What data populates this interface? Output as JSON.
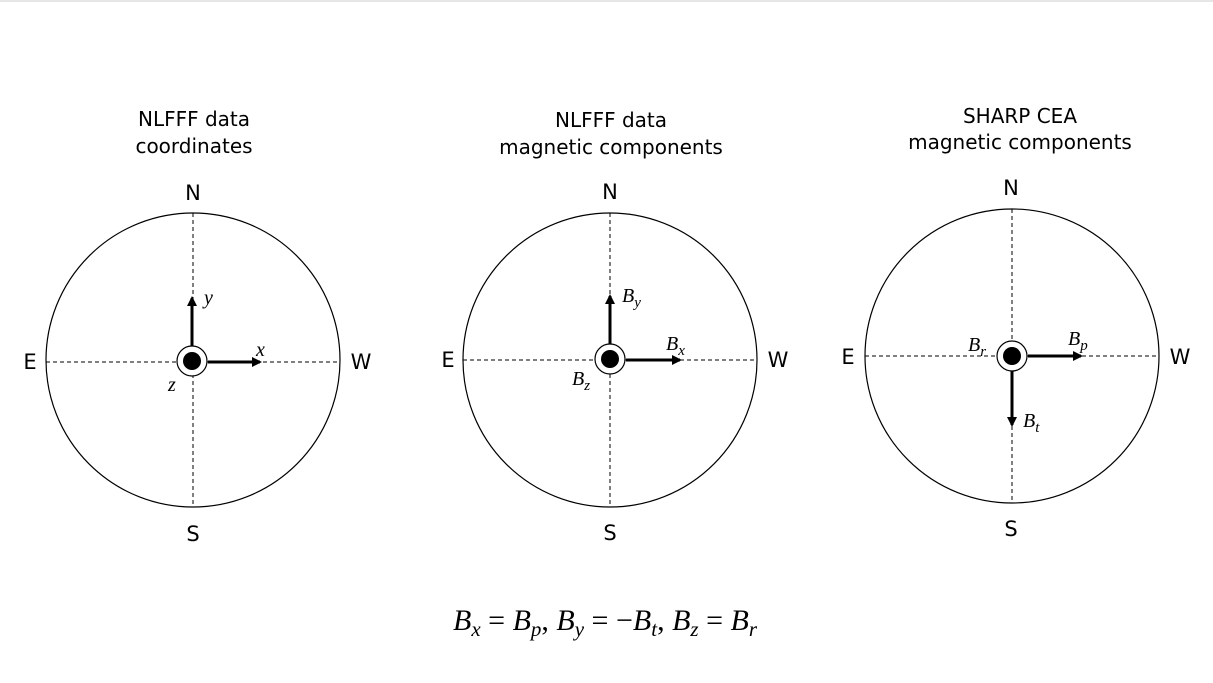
{
  "panels": [
    {
      "title_lines": [
        "NLFFF data",
        "coordinates"
      ],
      "compass": {
        "north": "N",
        "south": "S",
        "east": "E",
        "west": "W"
      },
      "vectors": {
        "out_of_page": {
          "base": "z",
          "sub": ""
        },
        "right": {
          "base": "x",
          "sub": ""
        },
        "up": {
          "base": "y",
          "sub": ""
        }
      }
    },
    {
      "title_lines": [
        "NLFFF data",
        "magnetic components"
      ],
      "compass": {
        "north": "N",
        "south": "S",
        "east": "E",
        "west": "W"
      },
      "vectors": {
        "out_of_page": {
          "base": "B",
          "sub": "z"
        },
        "right": {
          "base": "B",
          "sub": "x"
        },
        "up": {
          "base": "B",
          "sub": "y"
        }
      }
    },
    {
      "title_lines": [
        "SHARP CEA",
        "magnetic components"
      ],
      "compass": {
        "north": "N",
        "south": "S",
        "east": "E",
        "west": "W"
      },
      "vectors": {
        "out_of_page": {
          "base": "B",
          "sub": "r"
        },
        "right": {
          "base": "B",
          "sub": "p"
        },
        "down": {
          "base": "B",
          "sub": "t"
        }
      }
    }
  ],
  "equation": [
    {
      "base": "B",
      "sub": "x"
    },
    {
      "op": " = "
    },
    {
      "base": "B",
      "sub": "p"
    },
    {
      "op": ", "
    },
    {
      "base": "B",
      "sub": "y"
    },
    {
      "op": " = −"
    },
    {
      "base": "B",
      "sub": "t"
    },
    {
      "op": ", "
    },
    {
      "base": "B",
      "sub": "z"
    },
    {
      "op": " = "
    },
    {
      "base": "B",
      "sub": "r"
    }
  ]
}
